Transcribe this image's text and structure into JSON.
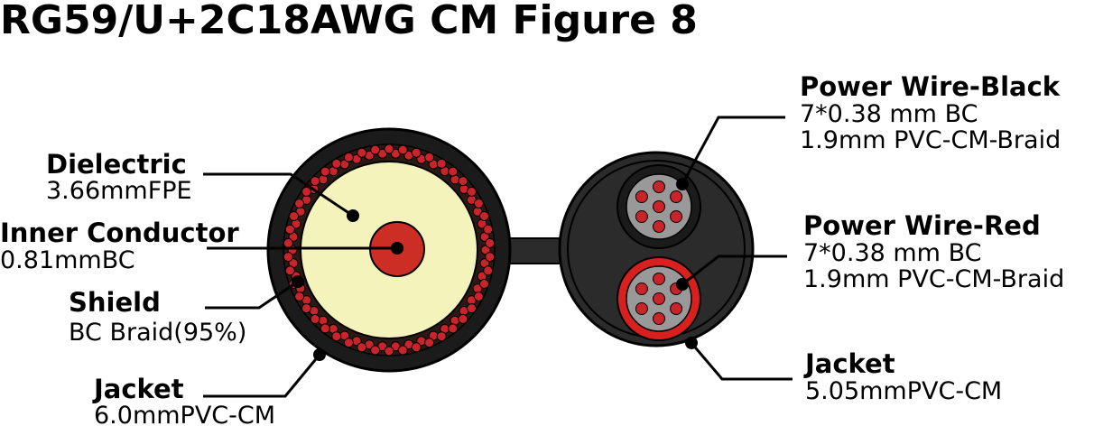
{
  "title": "RG59/U+2C18AWG CM Figure 8",
  "colors": {
    "jacket": "#1b1b1b",
    "jacket_outline": "#000000",
    "braid_ring": "#2a1a14",
    "braid_strand": "#c8242a",
    "dielectric": "#f5f3bc",
    "inner_conductor": "#cc2e26",
    "web": "#2b2b2b",
    "power_jacket": "#2b2b2b",
    "wire_insulation_black": "#1b1b1b",
    "wire_insulation_red": "#d8211f",
    "wire_core": "#999999",
    "wire_strand": "#c8242a"
  },
  "coax_labels": {
    "dielectric": {
      "name": "Dielectric",
      "spec": "3.66mmFPE"
    },
    "inner_conductor": {
      "name": "Inner Conductor",
      "spec": "0.81mmBC"
    },
    "shield": {
      "name": "Shield",
      "spec": "BC Braid(95%)"
    },
    "jacket": {
      "name": "Jacket",
      "spec": "6.0mmPVC-CM"
    }
  },
  "power_labels": {
    "black": {
      "name": "Power Wire-Black",
      "spec1": "7*0.38 mm BC",
      "spec2": "1.9mm PVC-CM-Braid"
    },
    "red": {
      "name": "Power Wire-Red",
      "spec1": "7*0.38 mm BC",
      "spec2": "1.9mm PVC-CM-Braid"
    },
    "jacket": {
      "name": "Jacket",
      "spec": "5.05mmPVC-CM"
    }
  }
}
